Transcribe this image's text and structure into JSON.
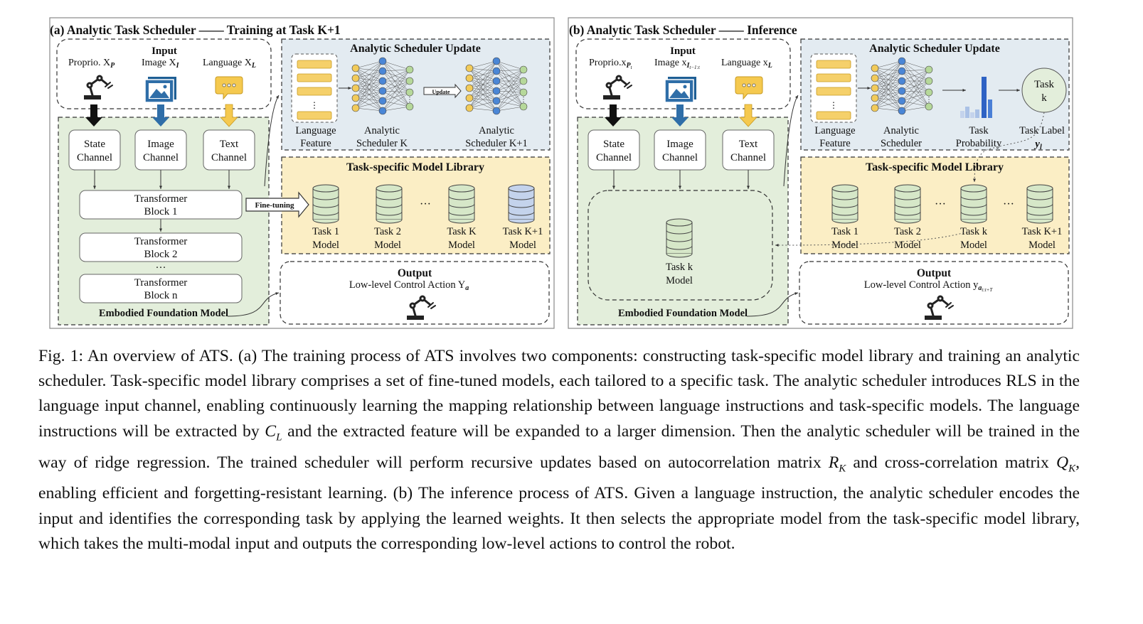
{
  "panel_a": {
    "title": "(a) Analytic Task Scheduler —— Training at Task K+1",
    "input": {
      "heading": "Input",
      "proprio": "Proprio. X",
      "proprio_sub": "P",
      "image": "Image X",
      "image_sub": "I",
      "language": "Language X",
      "language_sub": "L"
    },
    "channels": {
      "state": [
        "State",
        "Channel"
      ],
      "image": [
        "Image",
        "Channel"
      ],
      "text": [
        "Text",
        "Channel"
      ]
    },
    "blocks": [
      [
        "Transformer",
        "Block 1"
      ],
      [
        "Transformer",
        "Block 2"
      ],
      [
        "Transformer",
        "Block n"
      ]
    ],
    "ellipsis": "···",
    "foundation": "Embodied Foundation Model",
    "scheduler": {
      "heading": "Analytic Scheduler Update",
      "feature": [
        "Language",
        "Feature"
      ],
      "sched_k": [
        "Analytic",
        "Scheduler K"
      ],
      "sched_k1": [
        "Analytic",
        "Scheduler K+1"
      ],
      "update_label": "Update"
    },
    "library": {
      "heading": "Task-specific Model Library",
      "finetune": "Fine-tuning",
      "models": [
        [
          "Task 1",
          "Model"
        ],
        [
          "Task 2",
          "Model"
        ],
        [
          "Task K",
          "Model"
        ],
        [
          "Task K+1",
          "Model"
        ]
      ],
      "ellipsis": "···"
    },
    "output": {
      "heading": "Output",
      "text": "Low-level Control Action Y",
      "sub": "a"
    }
  },
  "panel_b": {
    "title": "(b) Analytic Task Scheduler —— Inference",
    "input": {
      "heading": "Input",
      "proprio": "Proprio.x",
      "proprio_sub": "P",
      "proprio_subsub": "t",
      "image": "Image x",
      "image_sub": "I",
      "image_subsub": "t−1:t",
      "language": "Language x",
      "language_sub": "L"
    },
    "channels": {
      "state": [
        "State",
        "Channel"
      ],
      "image": [
        "Image",
        "Channel"
      ],
      "text": [
        "Text",
        "Channel"
      ]
    },
    "task_model": [
      "Task k",
      "Model"
    ],
    "foundation": "Embodied Foundation Model",
    "scheduler": {
      "heading": "Analytic Scheduler Update",
      "feature": [
        "Language",
        "Feature"
      ],
      "sched": [
        "Analytic",
        "Scheduler"
      ],
      "prob": [
        "Task",
        "Probability"
      ],
      "label": [
        "Task Label",
        "y"
      ],
      "label_sub": "l",
      "circle": [
        "Task",
        "k"
      ]
    },
    "library": {
      "heading": "Task-specific Model Library",
      "models": [
        [
          "Task 1",
          "Model"
        ],
        [
          "Task 2",
          "Model"
        ],
        [
          "Task k",
          "Model"
        ],
        [
          "Task K+1",
          "Model"
        ]
      ],
      "ellipsis": "···"
    },
    "output": {
      "heading": "Output",
      "text": "Low-level Control Action y",
      "sub": "a",
      "subsub": "t:t+T"
    }
  },
  "caption": {
    "p1": "Fig. 1: An overview of ATS. (a) The training process of ATS involves two components: constructing task-specific model library and training an analytic scheduler. Task-specific model library comprises a set of fine-tuned models, each tailored to a specific task. The analytic scheduler introduces RLS in the language input channel, enabling continuously learning the mapping relationship between language instructions and task-specific models. The language instructions will be extracted by ",
    "m1": "C",
    "m1_sub": "L",
    "p2": " and the extracted feature will be expanded to a larger dimension. Then the analytic scheduler will be trained in the way of ridge regression. The trained scheduler will perform recursive updates based on autocorrelation matrix ",
    "m2": "R",
    "m2_sub": "K",
    "p3": " and cross-correlation matrix ",
    "m3": "Q",
    "m3_sub": "K",
    "p4": ", enabling efficient and forgetting-resistant learning. (b) The inference process of ATS. Given a language instruction, the analytic scheduler encodes the input and identifies the corresponding task by applying the learned weights. It then selects the appropriate model from the task-specific model library, which takes the multi-modal input and outputs the corresponding low-level actions to control the robot."
  },
  "colors": {
    "green": "#e3eedb",
    "blue": "#e3ebf1",
    "yellow": "#fbeec5",
    "db_green": "#d6e7c8",
    "db_blue": "#c4d3ec",
    "node_blue": "#4a86d6",
    "node_yellow": "#f2cb5a",
    "node_green": "#b6d89a",
    "icon_blue": "#2f6ea8",
    "bar_blue": "#2e62c4"
  }
}
